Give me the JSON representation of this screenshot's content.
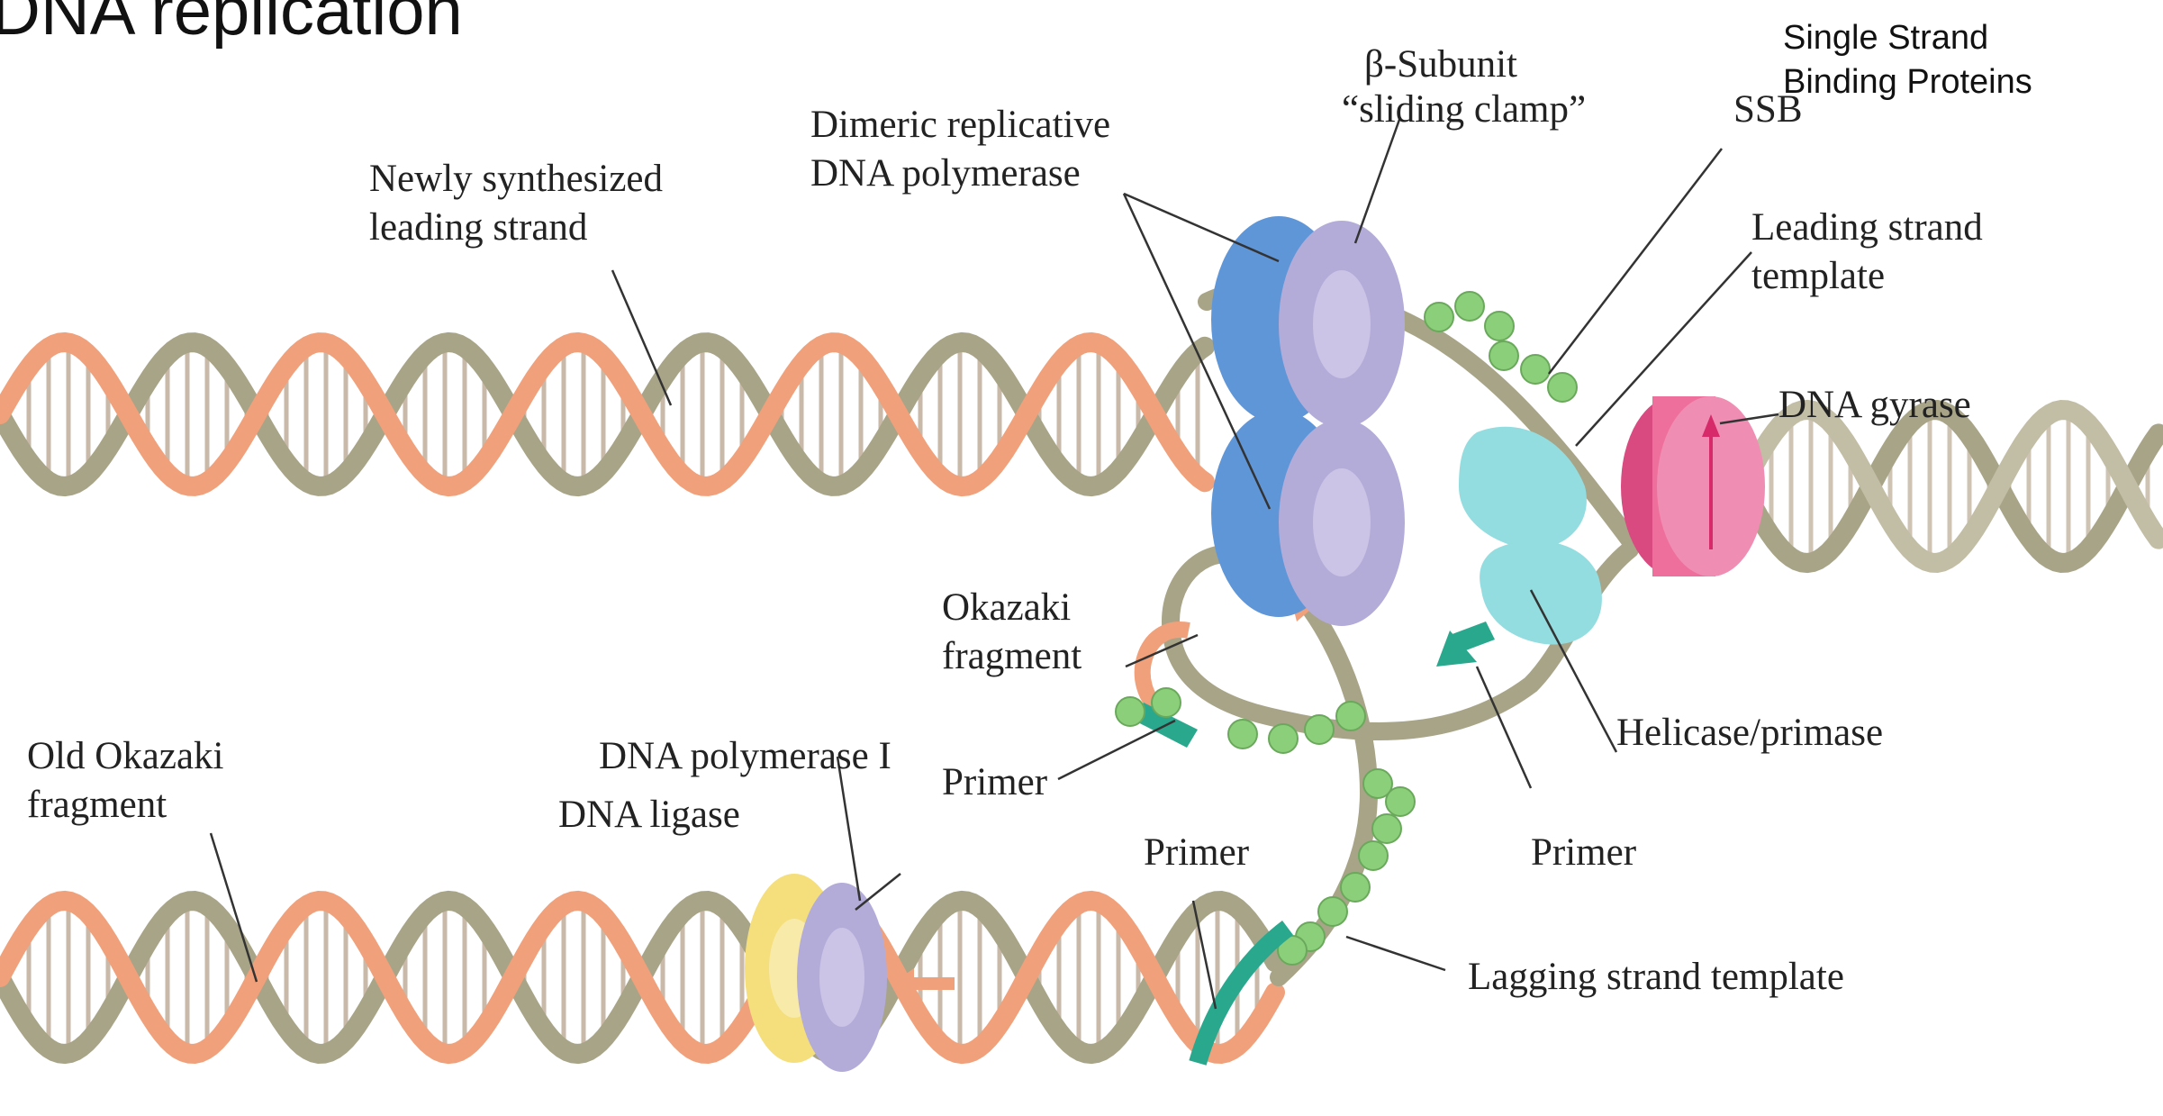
{
  "page_title": "DNA replication",
  "annotation": {
    "line1": "Single Strand",
    "line2": "Binding Proteins"
  },
  "labels": {
    "beta_subunit": "β-Subunit",
    "sliding_clamp": "“sliding clamp”",
    "dimeric_line1": "Dimeric replicative",
    "dimeric_line2": "DNA polymerase",
    "ssb": "SSB",
    "newly_line1": "Newly synthesized",
    "newly_line2": "leading strand",
    "leading_template_line1": "Leading strand",
    "leading_template_line2": "template",
    "dna_gyrase": "DNA gyrase",
    "okazaki_line1": "Okazaki",
    "okazaki_line2": "fragment",
    "old_okazaki_line1": "Old Okazaki",
    "old_okazaki_line2": "fragment",
    "dna_polymerase_i": "DNA polymerase I",
    "dna_ligase": "DNA ligase",
    "primer_left": "Primer",
    "primer_center": "Primer",
    "primer_right": "Primer",
    "helicase_primase": "Helicase/primase",
    "lagging_template": "Lagging strand template"
  },
  "colors": {
    "strand_gray": "#a8a487",
    "strand_orange": "#f0a07a",
    "rung": "#c9b9a8",
    "polymerase_blue": "#5f96d8",
    "clamp_lavender": "#b3acd8",
    "ssb_green": "#8ccf7a",
    "helicase_cyan": "#93dde0",
    "gyrase_pink": "#ee6f9c",
    "ligase_yellow": "#f4df7c",
    "primer_teal": "#2aa88e"
  }
}
